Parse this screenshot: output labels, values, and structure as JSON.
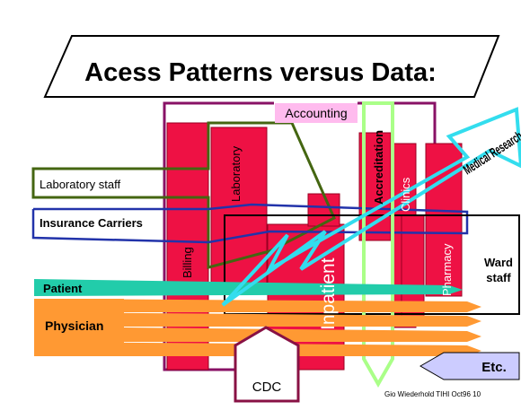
{
  "title": "Acess Patterns versus Data:",
  "data_blocks": {
    "billing": "Billing",
    "laboratory": "Laboratory",
    "inpatient": "Inpatient",
    "clinics": "Clinics",
    "pharmacy": "Pharmacy"
  },
  "access_groups": {
    "accounting": "Accounting",
    "accreditation": "Accreditation",
    "medical_research": "Medical Research",
    "laboratory_staff": "Laboratory staff",
    "insurance_carriers": "Insurance Carriers",
    "ward_staff_line1": "Ward",
    "ward_staff_line2": "staff",
    "patient": "Patient",
    "physician": "Physician",
    "cdc": "CDC",
    "etc": "Etc."
  },
  "footer": "Gio Wiederhold TIHI Oct96 10",
  "colors": {
    "data_block": "#ee1144",
    "physician": "#ff9933",
    "patient": "#22ccaa",
    "medical_research": "#33ddee",
    "accreditation": "#aaff88",
    "accounting_box": "#ffbbee",
    "etc_box": "#ccccff",
    "cdc_outline": "#881144"
  }
}
